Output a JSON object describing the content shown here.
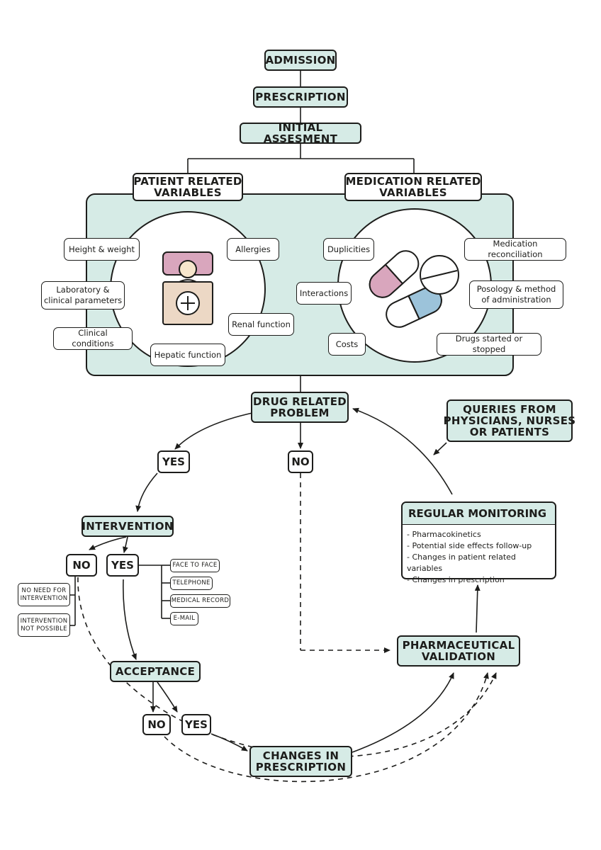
{
  "flow": {
    "admission": "ADMISSION",
    "prescription": "PRESCRIPTION",
    "initial_assessment": "INITIAL ASSESMENT",
    "patient_vars_title": "PATIENT RELATED\nVARIABLES",
    "medication_vars_title": "MEDICATION RELATED\nVARIABLES",
    "drug_related_problem": "DRUG RELATED\nPROBLEM",
    "queries": "QUERIES FROM\nPHYSICIANS, NURSES\nOR PATIENTS",
    "yes": "YES",
    "no": "NO",
    "intervention": "INTERVENTION",
    "acceptance": "ACCEPTANCE",
    "changes_in_prescription": "CHANGES IN\nPRESCRIPTION",
    "pharmaceutical_validation": "PHARMACEUTICAL\nVALIDATION"
  },
  "patient_variables": [
    "Height & weight",
    "Allergies",
    "Laboratory &\nclinical parameters",
    "Renal function",
    "Clinical conditions",
    "Hepatic function"
  ],
  "medication_variables": [
    "Duplicities",
    "Medication reconciliation",
    "Interactions",
    "Posology & method\nof administration",
    "Costs",
    "Drugs started or stopped"
  ],
  "intervention_channels": [
    "FACE TO FACE",
    "TELEPHONE",
    "MEDICAL RECORD",
    "E-MAIL"
  ],
  "no_intervention_reasons": [
    "NO NEED FOR\nINTERVENTION",
    "INTERVENTION\nNOT POSSIBLE"
  ],
  "monitoring": {
    "title": "REGULAR MONITORING",
    "items": [
      "- Pharmacokinetics",
      "- Potential side effects follow-up",
      "- Changes in patient related variables",
      "- Changes in prescription"
    ]
  },
  "colors": {
    "box_fill": "#d6ebe6",
    "stroke": "#1d1d1b",
    "pink": "#d9a6bd",
    "blue": "#9cc3da",
    "skin": "#f6e6cc",
    "tan": "#ecd8c5"
  },
  "icons": [
    "patient-figure-icon",
    "pills-icon"
  ]
}
